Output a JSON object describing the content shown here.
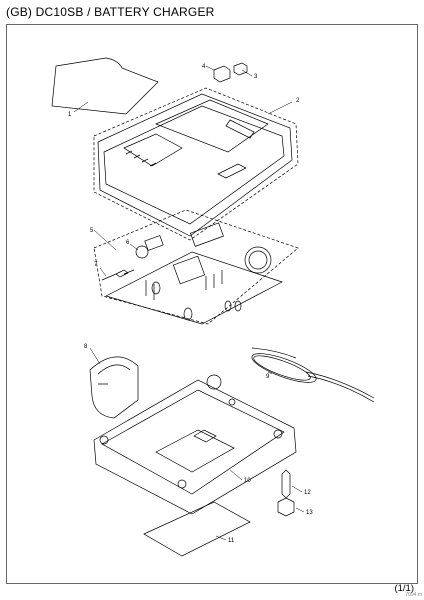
{
  "header": {
    "title": "(GB) DC10SB / BATTERY CHARGER"
  },
  "footer": {
    "page": "(1/1)",
    "watermark": "7094.m"
  },
  "callouts": [
    {
      "n": "1",
      "label": "1"
    },
    {
      "n": "2",
      "label": "2"
    },
    {
      "n": "3",
      "label": "3"
    },
    {
      "n": "4",
      "label": "4"
    },
    {
      "n": "5",
      "label": "5"
    },
    {
      "n": "6",
      "label": "6"
    },
    {
      "n": "7",
      "label": "7"
    },
    {
      "n": "8",
      "label": "8"
    },
    {
      "n": "9",
      "label": "9"
    },
    {
      "n": "10",
      "label": "10"
    },
    {
      "n": "11",
      "label": "11"
    },
    {
      "n": "12",
      "label": "12"
    },
    {
      "n": "13",
      "label": "13"
    }
  ]
}
